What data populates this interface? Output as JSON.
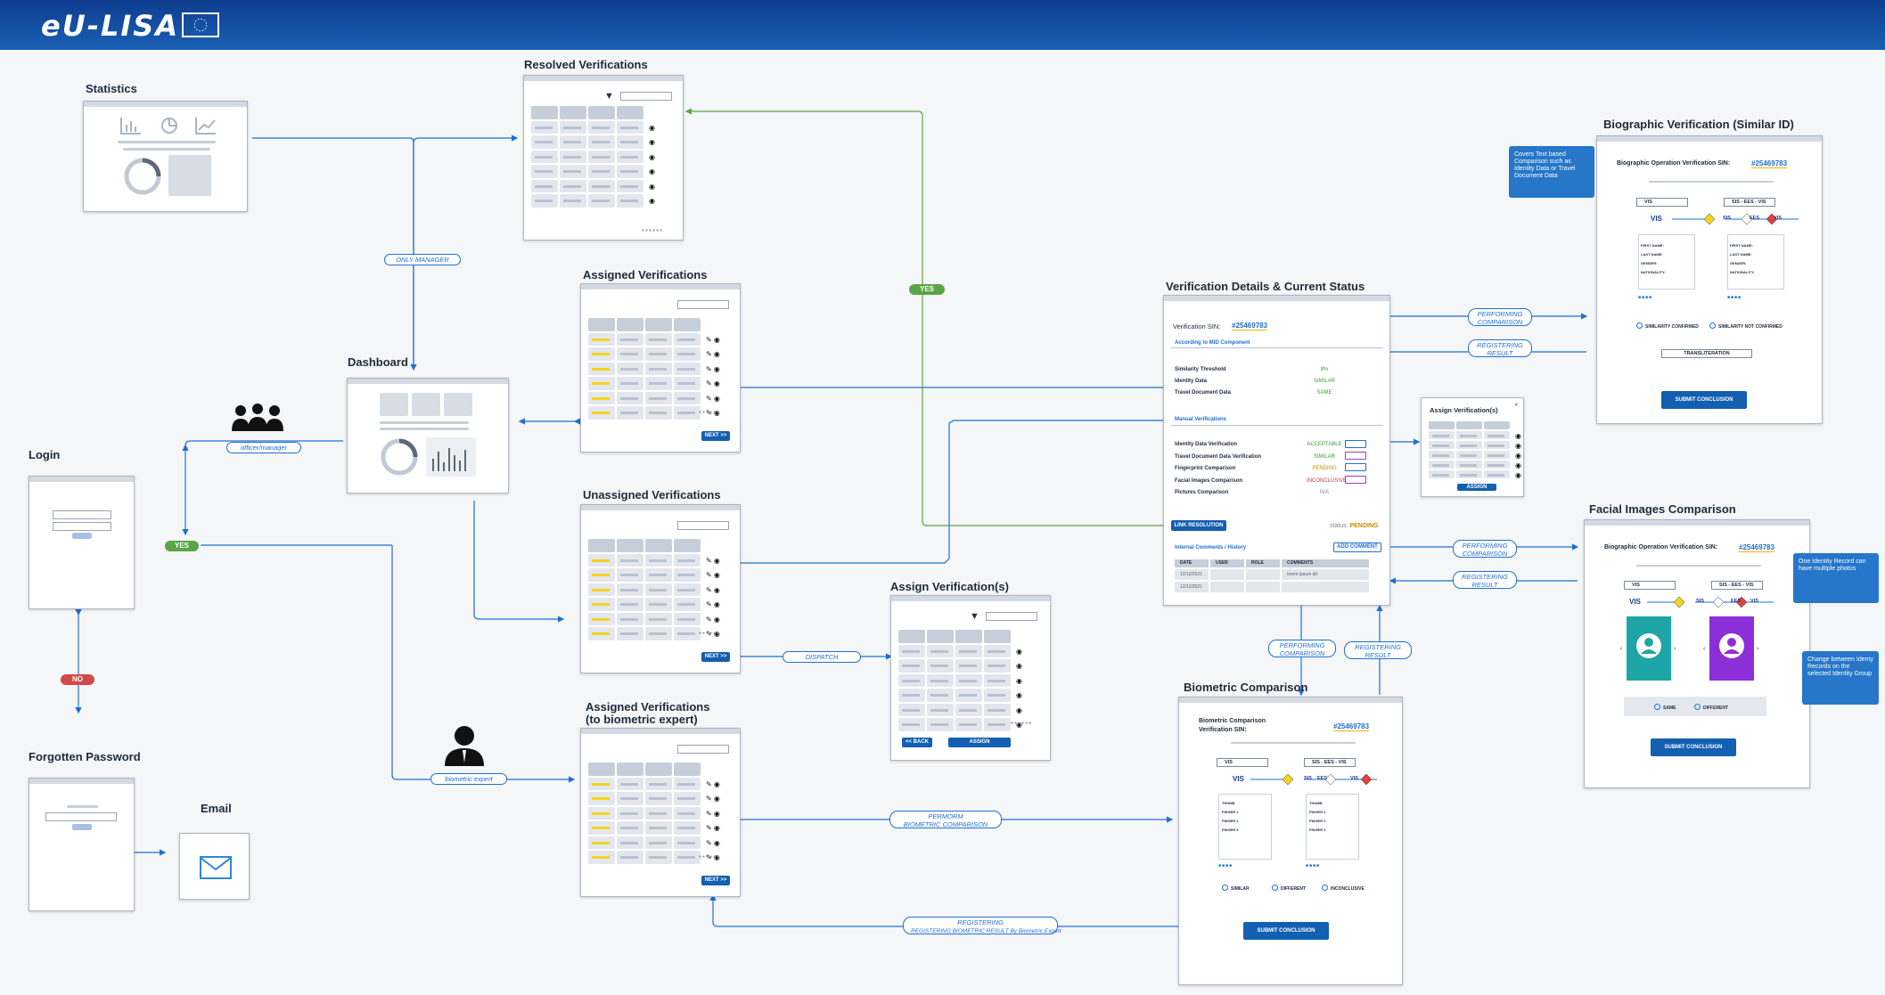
{
  "header": {
    "logo": "eU-LISA"
  },
  "frames": {
    "statistics": "Statistics",
    "resolved": "Resolved Verifications",
    "assigned": "Assigned Verifications",
    "dashboard": "Dashboard",
    "login": "Login",
    "unassigned": "Unassigned Verifications",
    "assign_verifications": "Assign Verification(s)",
    "assigned_biometric": "Assigned Verifications",
    "assigned_biometric_sub": "(to biometric expert)",
    "forgotten": "Forgotten Password",
    "email": "Email",
    "verification_details": "Verification Details & Current Status",
    "biographic": "Biographic Verification (Similar ID)",
    "facial": "Facial Images Comparison",
    "biometric": "Biometric Comparison",
    "assign_popup": "Assign Verification(s)"
  },
  "connectors": {
    "only_manager": "ONLY MANAGER",
    "yes_green": "YES",
    "yes_login": "YES",
    "no_login": "NO",
    "officer_manager": "officer/manager",
    "biometric_expert": "biometric expert",
    "dispatch": "DISPATCH",
    "perform_bio_1": "PERMORM",
    "perform_bio_2": "BIOMETRIC COMPARISON",
    "reg_bio_1": "REGISTERING",
    "reg_bio_2": "REGISTERING BIOMETRIC RESULT By Biometric Expert",
    "perf_comp_1": "PERFORMING",
    "perf_comp_2": "COMPARISON",
    "reg_res_1": "REGISTERING",
    "reg_res_2": "RESULT"
  },
  "buttons": {
    "next": "NEXT >>",
    "back": "<< BACK",
    "assign": "ASSIGN",
    "link_resolution": "LINK RESOLUTION",
    "add_comment": "ADD COMMENT",
    "submit_conclusion": "SUBMIT CONCLUSION",
    "transliteration": "TRANSLITERATION"
  },
  "details": {
    "sin_label": "Verification SIN:",
    "sin": "#25469783",
    "section_mid": "According to MID Component",
    "rows_mid": [
      {
        "label": "Similarity Threshold",
        "value": "8%"
      },
      {
        "label": "Identity Data",
        "value": "SIMILAR"
      },
      {
        "label": "Travel Document Data",
        "value": "SAME"
      }
    ],
    "section_manual": "Manual Verifications",
    "rows_manual": [
      {
        "label": "Identity Data Verification",
        "value": "ACCEPTABLE"
      },
      {
        "label": "Travel Document Data Verification",
        "value": "SIMILAR"
      },
      {
        "label": "Fingerprint Comparison",
        "value": "PENDING"
      },
      {
        "label": "Facial Images Comparison",
        "value": "INCONCLUSIVE"
      },
      {
        "label": "Pictures Comparison",
        "value": "N/A"
      }
    ],
    "status_label": "status:",
    "status_value": "PENDING",
    "comments_title": "Internal Comments / History",
    "table_headers": [
      "DATE",
      "USER",
      "ROLE",
      "COMMENTS"
    ],
    "table_rows": [
      [
        "12/12/2021",
        "",
        "",
        "lorem ipsum dit"
      ],
      [
        "12/12/2021",
        "",
        "",
        ""
      ]
    ]
  },
  "biographic": {
    "title": "Biographic Operation Verification SIN:",
    "sin": "#25469783",
    "dd_left": "VIS",
    "dd_right": "SIS - EES - VIS",
    "chain_left": "VIS",
    "chain": [
      "SIS",
      "EES",
      "VIS"
    ],
    "fields": [
      "FIRST NAME:",
      "LAST NAME:",
      "GENDER:",
      "NATIONALITY:"
    ],
    "radio_a": "SIMILARITY CONFIRMED",
    "radio_b": "SIMILARITY NOT CONFIRMED",
    "note": "Covers Text based Comparison such as Identity Data or Travel Document Data"
  },
  "facial": {
    "title": "Biographic Operation Verification SIN:",
    "sin": "#25469783",
    "dd_left": "VIS",
    "dd_right": "SIS - EES - VIS",
    "chain_left": "VIS",
    "chain": [
      "SIS",
      "EES",
      "VIS"
    ],
    "radio_a": "SAME",
    "radio_b": "DIFFERENT",
    "note_1": "One Identity Record can have multiple photos",
    "note_2": "Change between Identy Records on the selected Identity Group"
  },
  "biometric": {
    "title_1": "Biometric Comparison",
    "title_2": "Verification SIN:",
    "sin": "#25469783",
    "dd_left": "VIS",
    "dd_right": "SIS - EES - VIS",
    "chain_left": "VIS",
    "chain": [
      "SIS",
      "EES",
      "VIS"
    ],
    "fingers": [
      "THUMB",
      "FINGER 1",
      "FINGER 2",
      "FINGER 3"
    ],
    "radio_a": "SIMILAR",
    "radio_b": "DIFFERENT",
    "radio_c": "INCONCLUSIVE"
  },
  "colors": {
    "header": "#1a5fb4",
    "accent": "#1f6fd1",
    "yes": "#5aa548",
    "no": "#d04a4a",
    "highlight": "#f4d21f"
  }
}
